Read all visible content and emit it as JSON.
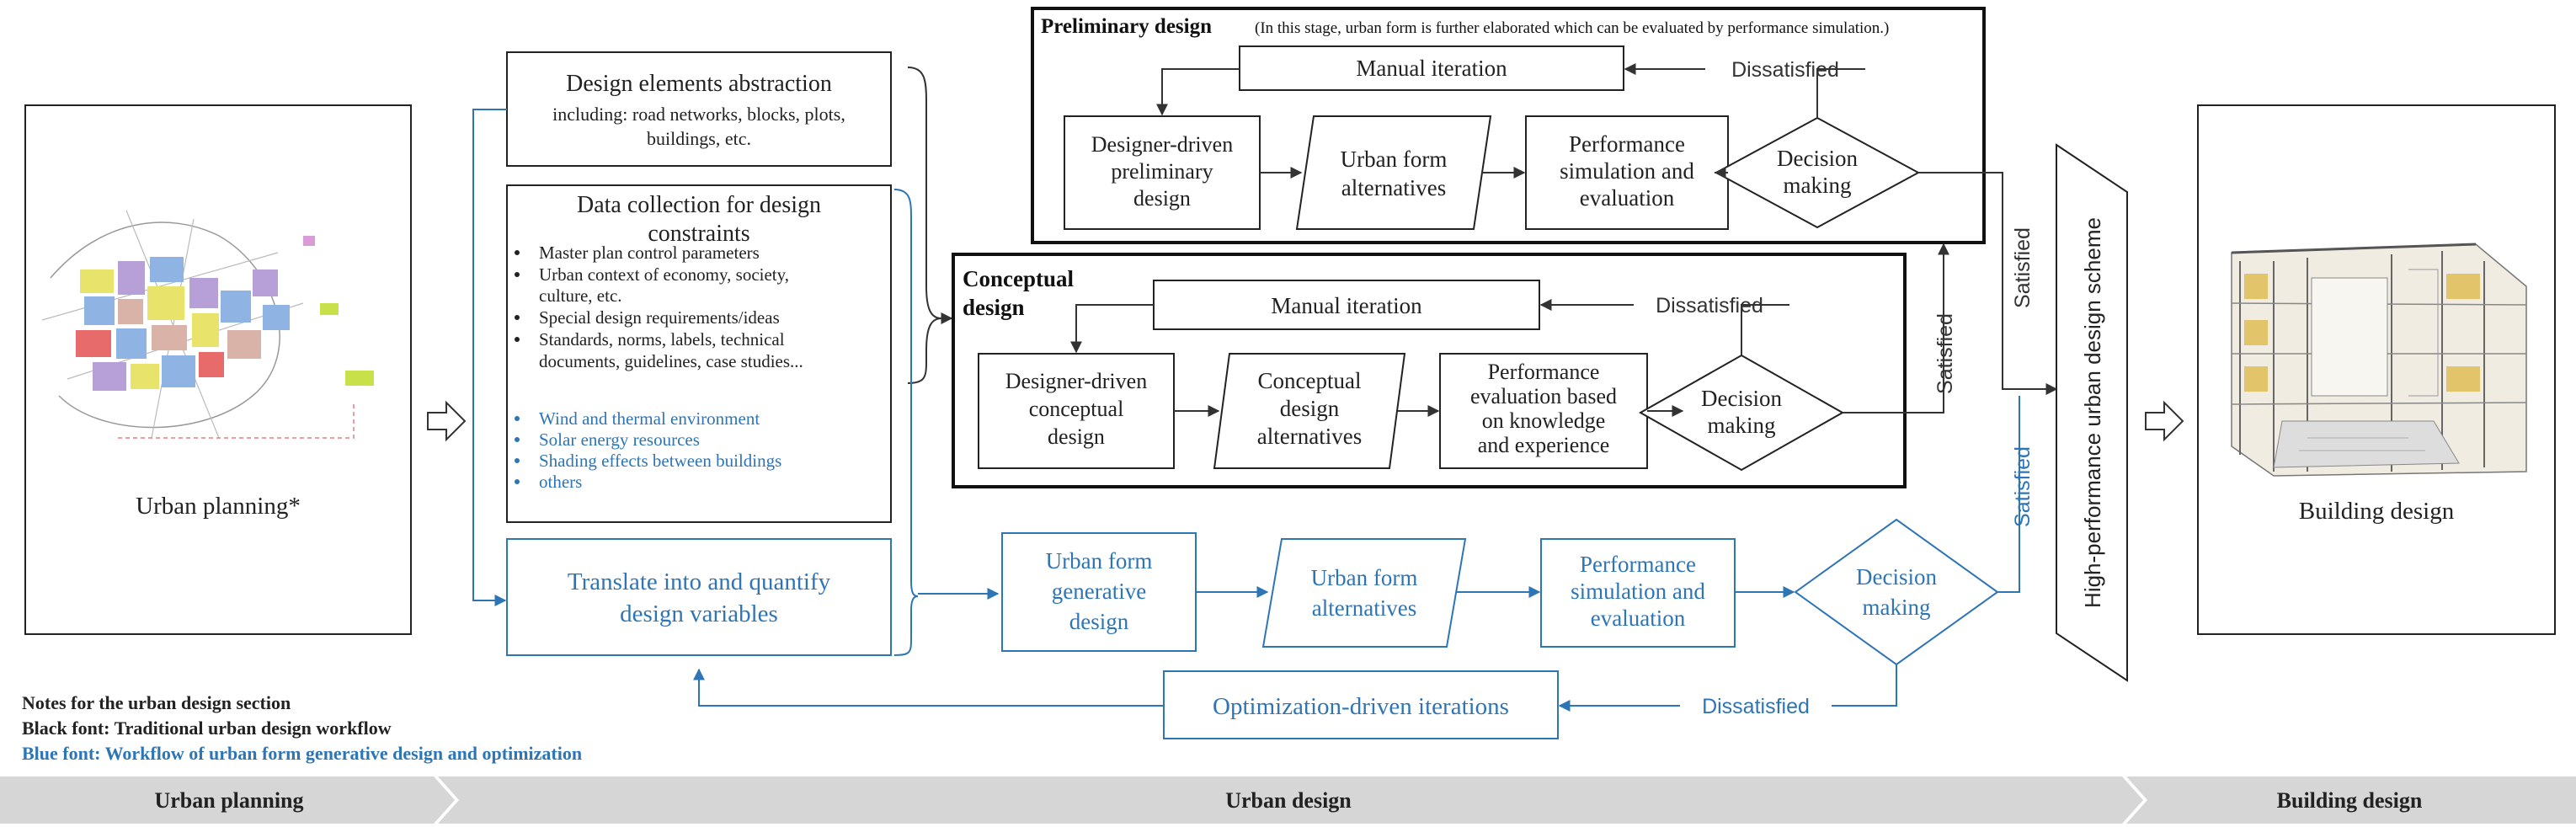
{
  "urban_planning": {
    "caption": "Urban planning*"
  },
  "building": {
    "caption": "Building design"
  },
  "design_elements": {
    "title": "Design elements  abstraction",
    "line1": "including: road networks, blocks, plots,",
    "line2": "buildings, etc."
  },
  "data_collection": {
    "title1": "Data collection for design",
    "title2": "constraints",
    "bullets": [
      "Master plan control parameters",
      "Urban context of economy, society,",
      "culture, etc.",
      "Special design requirements/ideas",
      "Standards, norms, labels, technical",
      "documents, guidelines, case studies..."
    ],
    "blue_bullets": [
      "Wind and thermal environment",
      "Solar energy resources",
      "Shading effects between buildings",
      "others"
    ]
  },
  "translate": {
    "line1": "Translate into and quantify",
    "line2": "design variables"
  },
  "preliminary": {
    "title": "Preliminary design",
    "note": "(In this stage, urban form is further elaborated which can be evaluated by performance simulation.)",
    "manual": "Manual iteration",
    "dissatisfied": "Dissatisfied",
    "designer": [
      "Designer-driven",
      "preliminary",
      "design"
    ],
    "alternatives": [
      "Urban form",
      "alternatives"
    ],
    "performance": [
      "Performance",
      "simulation and",
      "evaluation"
    ],
    "decision": [
      "Decision",
      "making"
    ]
  },
  "conceptual": {
    "title1": "Conceptual",
    "title2": "design",
    "manual": "Manual iteration",
    "dissatisfied": "Dissatisfied",
    "designer": [
      "Designer-driven",
      "conceptual",
      "design"
    ],
    "alternatives": [
      "Conceptual",
      "design",
      "alternatives"
    ],
    "performance": [
      "Performance",
      "evaluation  based",
      "on knowledge",
      "and experience"
    ],
    "decision": [
      "Decision",
      "making"
    ],
    "satisfied": "Satisfied"
  },
  "generative": {
    "generative": [
      "Urban form",
      "generative",
      "design"
    ],
    "alternatives": [
      "Urban form",
      "alternatives"
    ],
    "performance": [
      "Performance",
      "simulation and",
      "evaluation"
    ],
    "decision": [
      "Decision",
      "making"
    ],
    "satisfied": "Satisfied",
    "optimization": "Optimization-driven iterations",
    "dissatisfied": "Dissatisfied"
  },
  "prelim_satisfied": "Satisfied",
  "scheme": "High-performance urban design scheme",
  "notes": {
    "title": "Notes for the urban design section",
    "black": "Black font: Traditional urban design workflow",
    "blue": "Blue font: Workflow of urban form generative design and optimization"
  },
  "footer": {
    "stage1": "Urban planning",
    "stage2": "Urban design",
    "stage3": "Building design"
  },
  "colors": {
    "blue": "#2e75b6",
    "black": "#222222",
    "band": "#d6d6d6"
  }
}
